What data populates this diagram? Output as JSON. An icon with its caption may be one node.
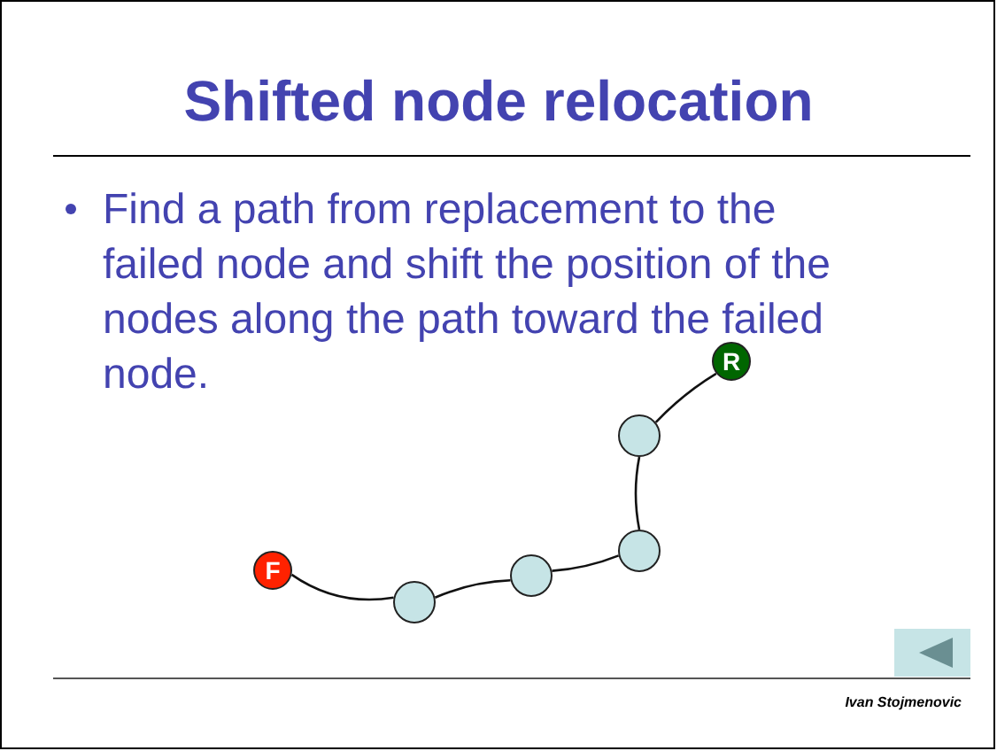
{
  "diagram": {
    "title": "Shifted node relocation",
    "nodes": [
      {
        "text": [
          "F"
        ]
      },
      {
        "text": [],
        "shape": "circle"
      },
      {
        "text": [],
        "shape": "circle"
      },
      {
        "text": [],
        "shape": "circle"
      },
      {
        "text": [],
        "shape": "circle"
      },
      {
        "text": [
          "R"
        ]
      }
    ],
    "edges": [
      {
        "from": 0,
        "to": 1,
        "arrow": "none"
      },
      {
        "from": 1,
        "to": 2,
        "arrow": "none"
      },
      {
        "from": 2,
        "to": 3,
        "arrow": "none"
      },
      {
        "from": 3,
        "to": 4,
        "arrow": "none"
      },
      {
        "from": 4,
        "to": 5,
        "arrow": "none"
      }
    ],
    "labels": [
      "Find a path from replacement to the failed node and shift the position of the nodes along the path toward the failed node.",
      "Ivan Stojmenovic"
    ]
  }
}
